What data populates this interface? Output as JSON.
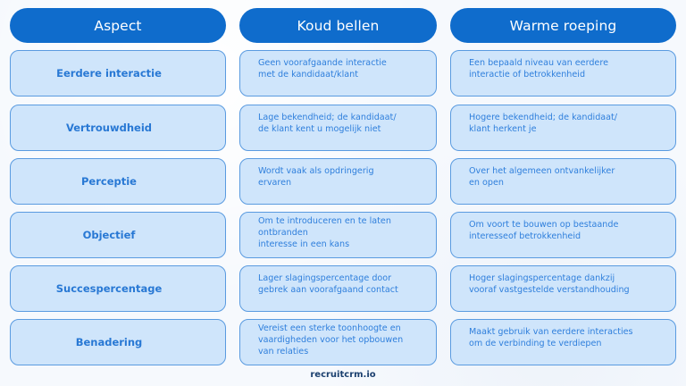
{
  "headers": {
    "aspect": "Aspect",
    "cold": "Koud bellen",
    "warm": "Warme roeping"
  },
  "rows": [
    {
      "aspect": "Eerdere interactie",
      "cold": "Geen voorafgaande interactie\nmet de kandidaat/klant",
      "warm": "Een bepaald niveau van eerdere\ninteractie of betrokkenheid"
    },
    {
      "aspect": "Vertrouwdheid",
      "cold": "Lage bekendheid; de kandidaat/\nde klant kent u mogelijk niet",
      "warm": "Hogere bekendheid; de kandidaat/\nklant herkent je"
    },
    {
      "aspect": "Perceptie",
      "cold": "Wordt vaak als opdringerig\nervaren",
      "warm": "Over het algemeen ontvankelijker\nen open"
    },
    {
      "aspect": "Objectief",
      "cold": "Om te introduceren en te laten\nontbranden\ninteresse in een kans",
      "warm": "Om voort te bouwen op bestaande\ninteresseof betrokkenheid"
    },
    {
      "aspect": "Succespercentage",
      "cold": "Lager slagingspercentage door\ngebrek aan voorafgaand contact",
      "warm": "Hoger slagingspercentage dankzij\nvooraf vastgestelde verstandhouding"
    },
    {
      "aspect": "Benadering",
      "cold": "Vereist een sterke toonhoogte en\nvaardigheden voor het opbouwen\nvan relaties",
      "warm": "Maakt gebruik van eerdere interacties\nom de verbinding te verdiepen"
    }
  ],
  "footer": {
    "brand": "recruitcrm.io"
  },
  "colors": {
    "header_bg": "#0f6ccc",
    "cell_bg": "#cfe5fb",
    "cell_border": "#5a9be0",
    "cell_text": "#2f7fdc",
    "footer_text": "#1a3f6e"
  }
}
